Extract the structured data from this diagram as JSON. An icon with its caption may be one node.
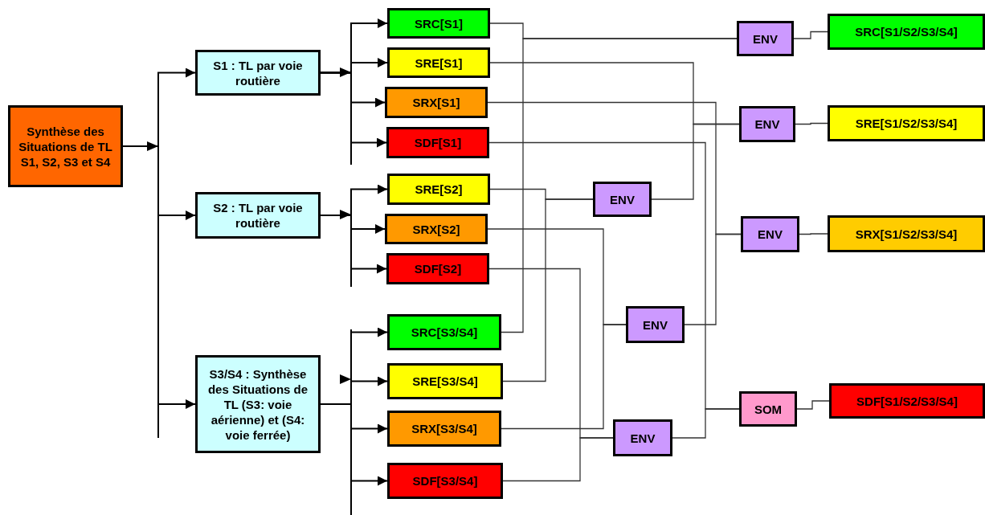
{
  "diagram": {
    "nodes": [
      {
        "text": [
          "Synthèse des Situations de TL S1, S2, S3 et S4"
        ]
      },
      {
        "text": [
          "S1 : TL par voie routière"
        ]
      },
      {
        "text": [
          "S2 : TL par voie routière"
        ]
      },
      {
        "text": [
          "S3/S4 : Synthèse des Situations de TL (S3: voie aérienne) et (S4: voie ferrée)"
        ]
      },
      {
        "text": [
          "SRC[S1]"
        ]
      },
      {
        "text": [
          "SRE[S1]"
        ]
      },
      {
        "text": [
          "SRX[S1]"
        ]
      },
      {
        "text": [
          "SDF[S1]"
        ]
      },
      {
        "text": [
          "SRE[S2]"
        ]
      },
      {
        "text": [
          "SRX[S2]"
        ]
      },
      {
        "text": [
          "SDF[S2]"
        ]
      },
      {
        "text": [
          "SRC[S3/S4]"
        ]
      },
      {
        "text": [
          "SRE[S3/S4]"
        ]
      },
      {
        "text": [
          "SRX[S3/S4]"
        ]
      },
      {
        "text": [
          "SDF[S3/S4]"
        ]
      },
      {
        "text": [
          "ENV"
        ]
      },
      {
        "text": [
          "ENV"
        ]
      },
      {
        "text": [
          "ENV"
        ]
      },
      {
        "text": [
          "ENV"
        ]
      },
      {
        "text": [
          "ENV"
        ]
      },
      {
        "text": [
          "ENV"
        ]
      },
      {
        "text": [
          "SOM"
        ]
      },
      {
        "text": [
          "SRC[S1/S2/S3/S4]"
        ]
      },
      {
        "text": [
          "SRE[S1/S2/S3/S4]"
        ]
      },
      {
        "text": [
          "SRX[S1/S2/S3/S4]"
        ]
      },
      {
        "text": [
          "SDF[S1/S2/S3/S4]"
        ]
      }
    ],
    "edges": [
      {
        "from": 0,
        "to": 1,
        "arrow": "to"
      },
      {
        "from": 0,
        "to": 2,
        "arrow": "to"
      },
      {
        "from": 0,
        "to": 3,
        "arrow": "to"
      },
      {
        "from": 1,
        "to": 4,
        "arrow": "to"
      },
      {
        "from": 1,
        "to": 5,
        "arrow": "to"
      },
      {
        "from": 1,
        "to": 6,
        "arrow": "to"
      },
      {
        "from": 1,
        "to": 7,
        "arrow": "to"
      },
      {
        "from": 2,
        "to": 8,
        "arrow": "to"
      },
      {
        "from": 2,
        "to": 9,
        "arrow": "to"
      },
      {
        "from": 2,
        "to": 10,
        "arrow": "to"
      },
      {
        "from": 3,
        "to": 11,
        "arrow": "to"
      },
      {
        "from": 3,
        "to": 12,
        "arrow": "to"
      },
      {
        "from": 3,
        "to": 13,
        "arrow": "to"
      },
      {
        "from": 3,
        "to": 14,
        "arrow": "to"
      },
      {
        "from": 4,
        "to": 15,
        "arrow": "none"
      },
      {
        "from": 11,
        "to": 15,
        "arrow": "none"
      },
      {
        "from": 5,
        "to": 16,
        "arrow": "none"
      },
      {
        "from": 18,
        "to": 16,
        "arrow": "none"
      },
      {
        "from": 8,
        "to": 18,
        "arrow": "none"
      },
      {
        "from": 12,
        "to": 18,
        "arrow": "none"
      },
      {
        "from": 6,
        "to": 17,
        "arrow": "none"
      },
      {
        "from": 19,
        "to": 17,
        "arrow": "none"
      },
      {
        "from": 9,
        "to": 19,
        "arrow": "none"
      },
      {
        "from": 13,
        "to": 19,
        "arrow": "none"
      },
      {
        "from": 7,
        "to": 21,
        "arrow": "none"
      },
      {
        "from": 20,
        "to": 21,
        "arrow": "none"
      },
      {
        "from": 10,
        "to": 20,
        "arrow": "none"
      },
      {
        "from": 14,
        "to": 20,
        "arrow": "none"
      },
      {
        "from": 15,
        "to": 22,
        "arrow": "none"
      },
      {
        "from": 16,
        "to": 23,
        "arrow": "none"
      },
      {
        "from": 17,
        "to": 24,
        "arrow": "none"
      },
      {
        "from": 21,
        "to": 25,
        "arrow": "none"
      }
    ]
  }
}
